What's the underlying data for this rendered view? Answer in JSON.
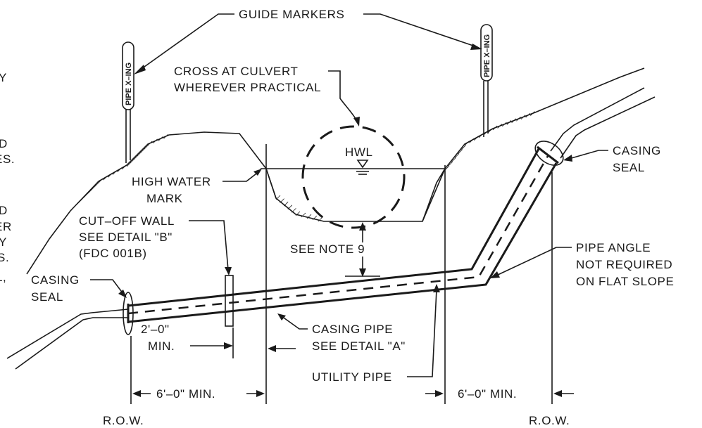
{
  "labels": {
    "guide_markers": "GUIDE MARKERS",
    "cross_at_culvert_1": "CROSS AT CULVERT",
    "cross_at_culvert_2": "WHEREVER PRACTICAL",
    "hwl": "HWL",
    "high_water_mark_1": "HIGH WATER",
    "high_water_mark_2": "MARK",
    "cutoff_wall_1": "CUT–OFF WALL",
    "cutoff_wall_2": "SEE DETAIL \"B\"",
    "cutoff_wall_3": "(FDC 001B)",
    "see_note": "SEE NOTE 9",
    "casing_seal_left_1": "CASING",
    "casing_seal_left_2": "SEAL",
    "casing_seal_right_1": "CASING",
    "casing_seal_right_2": "SEAL",
    "pipe_angle_1": "PIPE ANGLE",
    "pipe_angle_2": "NOT REQUIRED",
    "pipe_angle_3": "ON FLAT SLOPE",
    "casing_pipe_1": "CASING PIPE",
    "casing_pipe_2": "SEE DETAIL \"A\"",
    "utility_pipe": "UTILITY PIPE",
    "min_2ft_1": "2'–0\"",
    "min_2ft_2": "MIN.",
    "dim_left": "6'–0\" MIN.",
    "dim_right": "6'–0\" MIN.",
    "row_left": "R.O.W.",
    "row_right": "R.O.W.",
    "marker_text_left": "PIPE X–ING",
    "marker_text_right": "PIPE X–ING"
  },
  "margin_text": [
    "Y",
    "D",
    "ES.",
    "D",
    "ER",
    "Y",
    "S.",
    "L,"
  ]
}
